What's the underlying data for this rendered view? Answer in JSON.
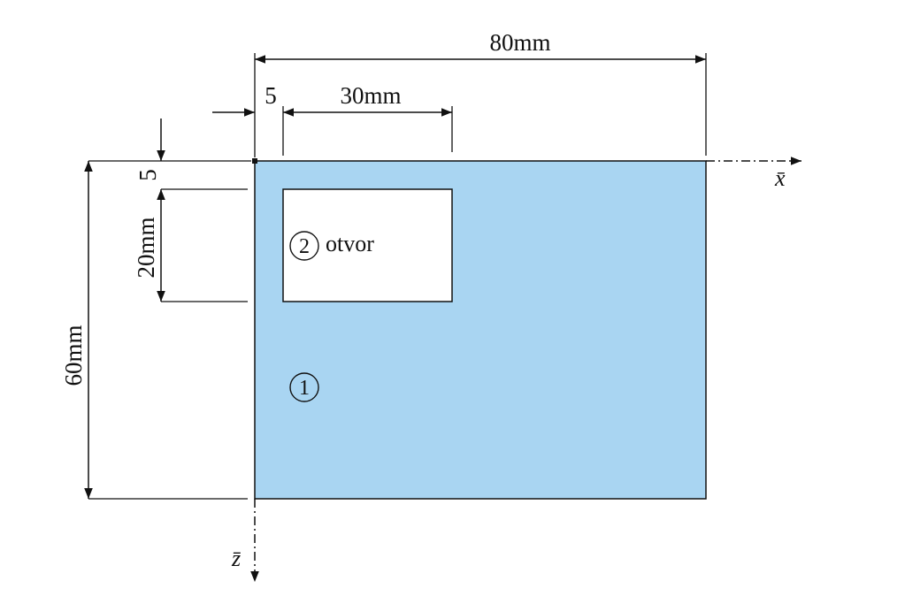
{
  "colors": {
    "plate_fill": "#a9d5f2",
    "line": "#111111",
    "hole_fill": "#ffffff"
  },
  "dimensions": {
    "total_width": "80mm",
    "offset_x": "5",
    "hole_width": "30mm",
    "offset_z": "5",
    "hole_height": "20mm",
    "total_height": "60mm"
  },
  "axes": {
    "x_label": "x̄",
    "z_label": "z̄"
  },
  "parts": {
    "plate_number": "1",
    "hole_number": "2",
    "hole_label": "otvor"
  }
}
